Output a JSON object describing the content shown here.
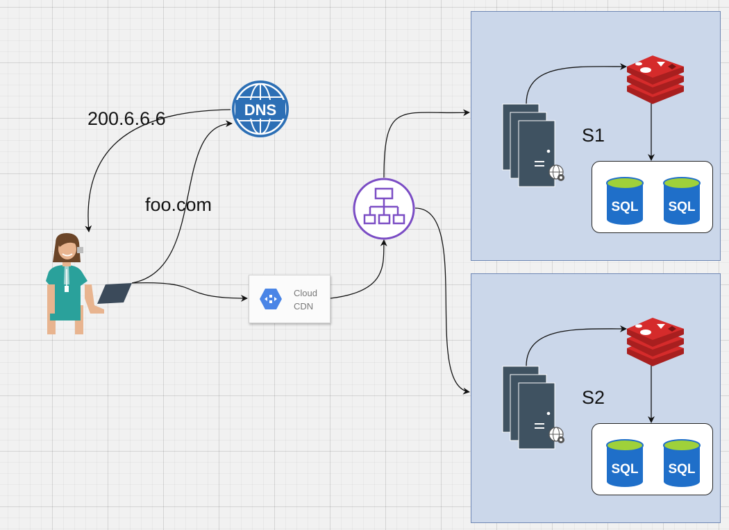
{
  "labels": {
    "ip_address": "200.6.6.6",
    "domain": "foo.com",
    "dns": "DNS",
    "cdn_line1": "Cloud",
    "cdn_line2": "CDN",
    "server1": "S1",
    "server2": "S2",
    "sql": "SQL"
  },
  "colors": {
    "dns_blue": "#2c6fb5",
    "balancer_purple": "#7a4cc4",
    "redis_red": "#d52b2b",
    "sql_blue": "#1f6fc9",
    "sql_top_green": "#9fd13a",
    "server_slate": "#3f5261",
    "region_fill": "#cbd7ea"
  },
  "icons": [
    "user-with-tablet-icon",
    "dns-globe-icon",
    "cloud-cdn-icon",
    "load-balancer-icon",
    "server-stack-icon",
    "redis-cache-icon",
    "sql-database-icon"
  ]
}
